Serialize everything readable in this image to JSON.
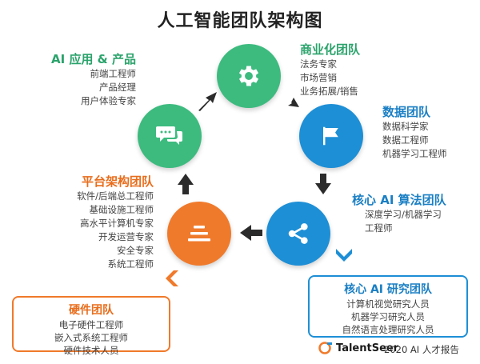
{
  "title": "人工智能团队架构图",
  "colors": {
    "green": "#3dbb7f",
    "blue": "#1d8fd6",
    "orange": "#f07a2b",
    "dark_arrow": "#2b2b2b",
    "blue_text": "#1a7fc4",
    "green_text": "#2aa36b",
    "orange_text": "#e86d1c"
  },
  "teams": {
    "commercial": {
      "title": "商业化团队",
      "roles": [
        "法务专家",
        "市场营销",
        "业务拓展/销售"
      ],
      "icon": "gear-icon"
    },
    "data": {
      "title": "数据团队",
      "roles": [
        "数据科学家",
        "数据工程师",
        "机器学习工程师"
      ],
      "icon": "flag-icon"
    },
    "algorithm": {
      "title": "核心 AI 算法团队",
      "roles": [
        "深度学习/机器学习",
        "工程师"
      ],
      "icon": "share-icon"
    },
    "platform": {
      "title": "平台架构团队",
      "roles": [
        "软件/后端总工程师",
        "基础设施工程师",
        "高水平计算机专家",
        "开发运营专家",
        "安全专家",
        "系统工程师"
      ],
      "icon": "stack-icon"
    },
    "application": {
      "title": "AI 应用 & 产品",
      "roles": [
        "前端工程师",
        "产品经理",
        "用户体验专家"
      ],
      "icon": "chat-icon"
    },
    "research": {
      "title": "核心 AI 研究团队",
      "roles": [
        "计算机视觉研究人员",
        "机器学习研究人员",
        "自然语言处理研究人员"
      ]
    },
    "hardware": {
      "title": "硬件团队",
      "roles": [
        "电子硬件工程师",
        "嵌入式系统工程师",
        "硬件技术人员"
      ]
    }
  },
  "footer": {
    "brand": "TalentSeer",
    "report": "2020 AI 人才报告"
  }
}
